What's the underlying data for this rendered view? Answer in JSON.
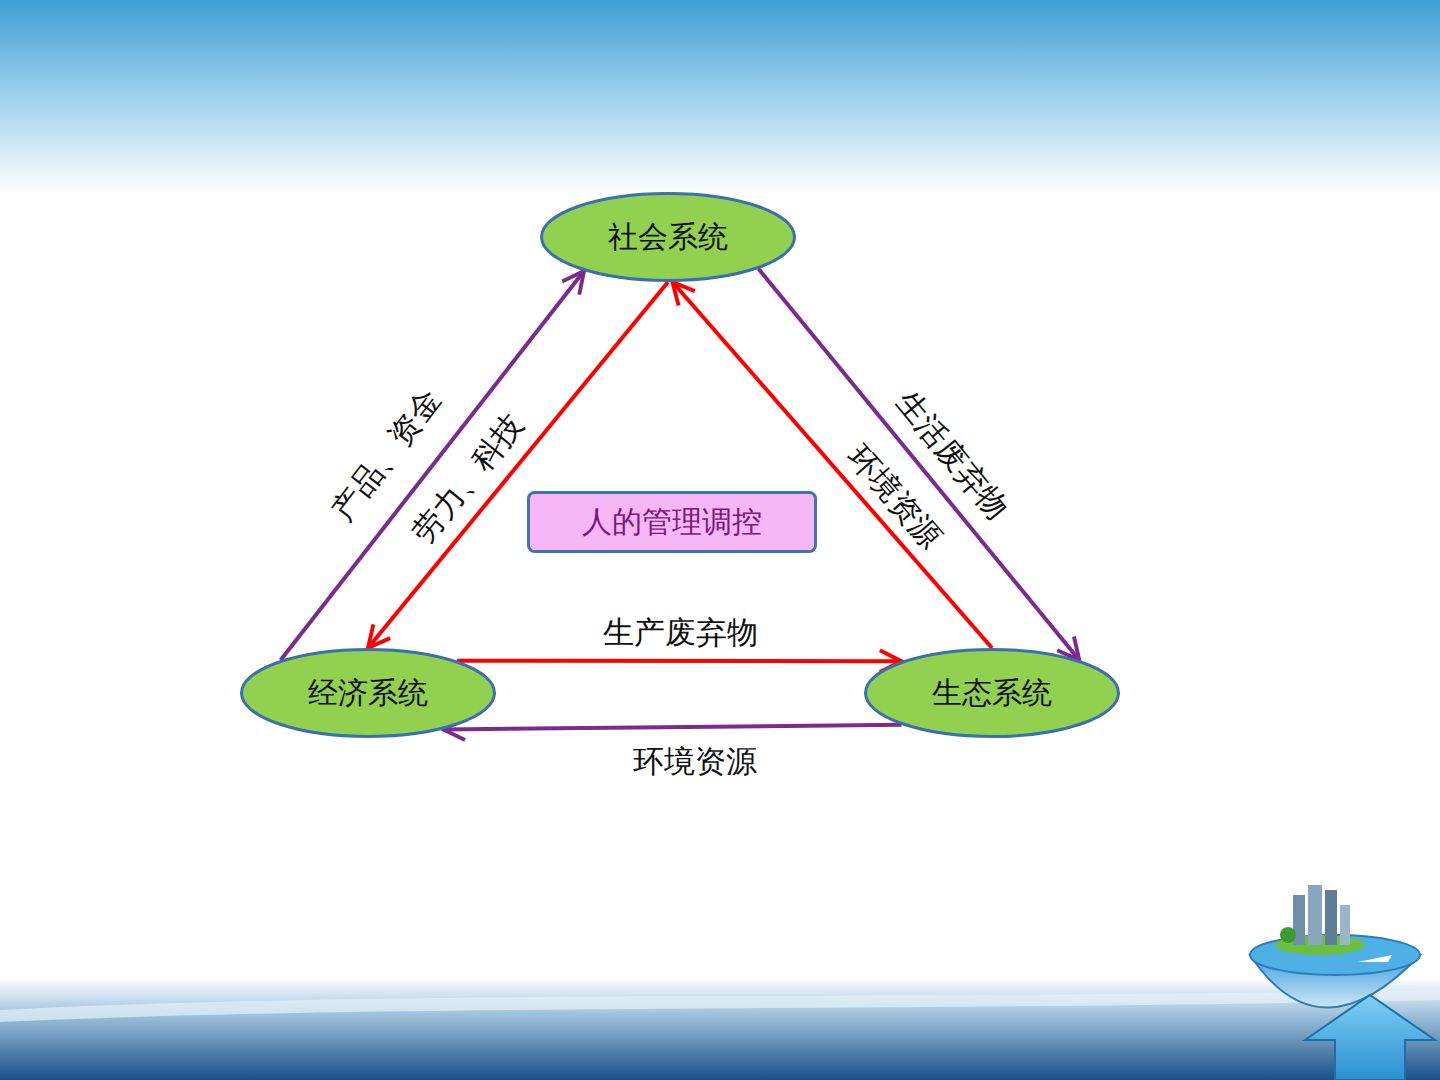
{
  "diagram": {
    "nodes": [
      {
        "text": [
          "社会系统"
        ]
      },
      {
        "text": [
          "人的管理调控"
        ]
      },
      {
        "text": [
          "经济系统"
        ]
      },
      {
        "text": [
          "生态系统"
        ]
      }
    ],
    "edges": [
      {
        "from": 2,
        "to": 0,
        "label": "产品、资金",
        "arrow": "to"
      },
      {
        "from": 0,
        "to": 2,
        "label": "劳力、科技",
        "arrow": "to"
      },
      {
        "from": 3,
        "to": 0,
        "label": "环境资源",
        "arrow": "to"
      },
      {
        "from": 0,
        "to": 3,
        "label": "生活废弃物",
        "arrow": "to"
      },
      {
        "from": 2,
        "to": 3,
        "label": "生产废弃物",
        "arrow": "to"
      },
      {
        "from": 3,
        "to": 2,
        "label": "环境资源",
        "arrow": "to"
      }
    ]
  }
}
